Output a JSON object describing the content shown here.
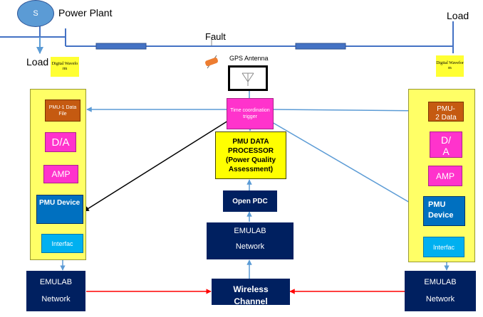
{
  "source": {
    "symbol": "S",
    "label": "Power Plant"
  },
  "load_left": "Load",
  "load_right": "Load",
  "fault_label": "Fault",
  "gps_label": "GPS Antenna",
  "digital_waveform_left": "Digital Wavefo rm",
  "digital_waveform_right": "Digital Wavefor m",
  "left": {
    "pmu_data_file": "PMU-1 Data File",
    "da": "D/A",
    "amp": "AMP",
    "pmu_device": "PMU Device",
    "interface": "Interfac",
    "network_line1": "EMULAB",
    "network_line2": "Network"
  },
  "right": {
    "pmu_data_file_line1": "PMU-",
    "pmu_data_file_line2": "2 Data",
    "da_line1": "D/",
    "da_line2": "A",
    "amp": "AMP",
    "pmu_device": "PMU Device",
    "interface": "Interfac",
    "network_line1": "EMULAB",
    "network_line2": "Network"
  },
  "center": {
    "time_trigger": "Time coordination trigger",
    "processor": "PMU DATA PROCESSOR (Power Quality Assessment)",
    "open_pdc": "Open PDC",
    "network_line1": "EMULAB",
    "network_line2": "Network",
    "wireless_line1": "Wireless",
    "wireless_line2": "Channel"
  },
  "colors": {
    "panel": "#ffff66",
    "orange": "#c55a11",
    "pink": "#ff33cc",
    "blue": "#0070c0",
    "light_blue": "#00b0f0",
    "navy": "#002060",
    "arrow_blue": "#5b9bd5",
    "arrow_red": "#ff0000",
    "line_blue": "#4472c4"
  }
}
